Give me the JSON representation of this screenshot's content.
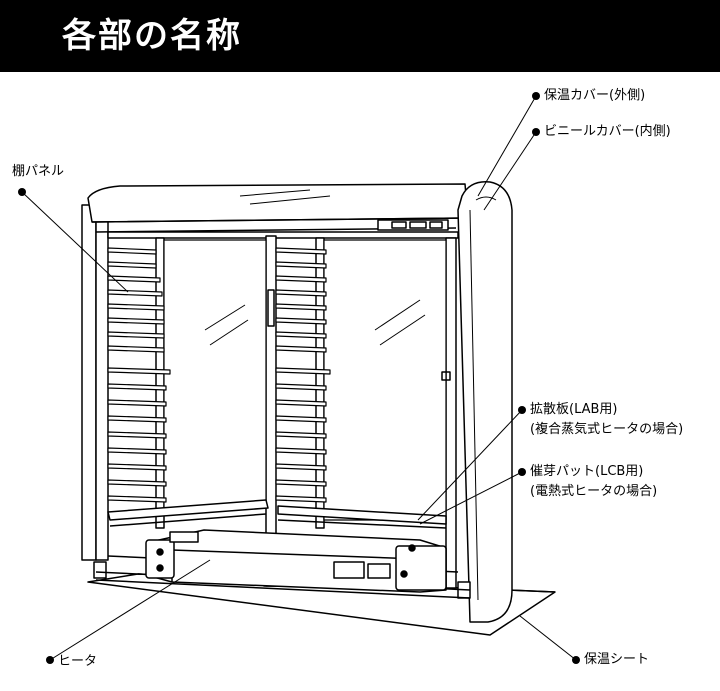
{
  "title": "各部の名称",
  "labels": {
    "hozon_cover_outer": "保温カバー(外側)",
    "vinyl_cover_inner": "ビニールカバー(内側)",
    "shelf_panel": "棚パネル",
    "diffuser_plate": "拡散板(LAB用)",
    "diffuser_note": "(複合蒸気式ヒータの場合)",
    "germination_pad": "催芽パット(LCB用)",
    "germination_note": "(電熱式ヒータの場合)",
    "heater": "ヒータ",
    "hozon_sheet": "保温シート"
  }
}
